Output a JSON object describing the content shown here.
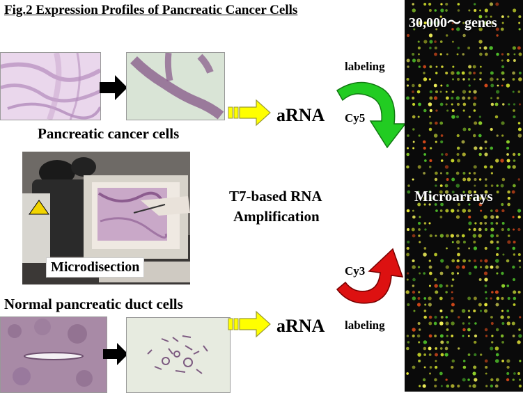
{
  "title": "Fig.2 Expression Profiles of Pancreatic Cancer Cells",
  "cancer_label": "Pancreatic cancer cells",
  "normal_label": "Normal pancreatic duct cells",
  "microdisection_label": "Microdisection",
  "amplification_line1": "T7-based RNA",
  "amplification_line2": "Amplification",
  "arna_top": "aRNA",
  "arna_bottom": "aRNA",
  "labeling_top": "labeling",
  "labeling_bottom": "labeling",
  "cy5": "Cy5",
  "cy3": "Cy3",
  "microarray_count": "30,000～ genes",
  "microarray_label": "Microarrays",
  "colors": {
    "cy5_arrow": "#22cc22",
    "cy3_arrow": "#dd1111",
    "block_arrow_fill": "#ffff00",
    "block_arrow_stroke": "#999933",
    "microarray_bg": "#0a0a0a"
  }
}
